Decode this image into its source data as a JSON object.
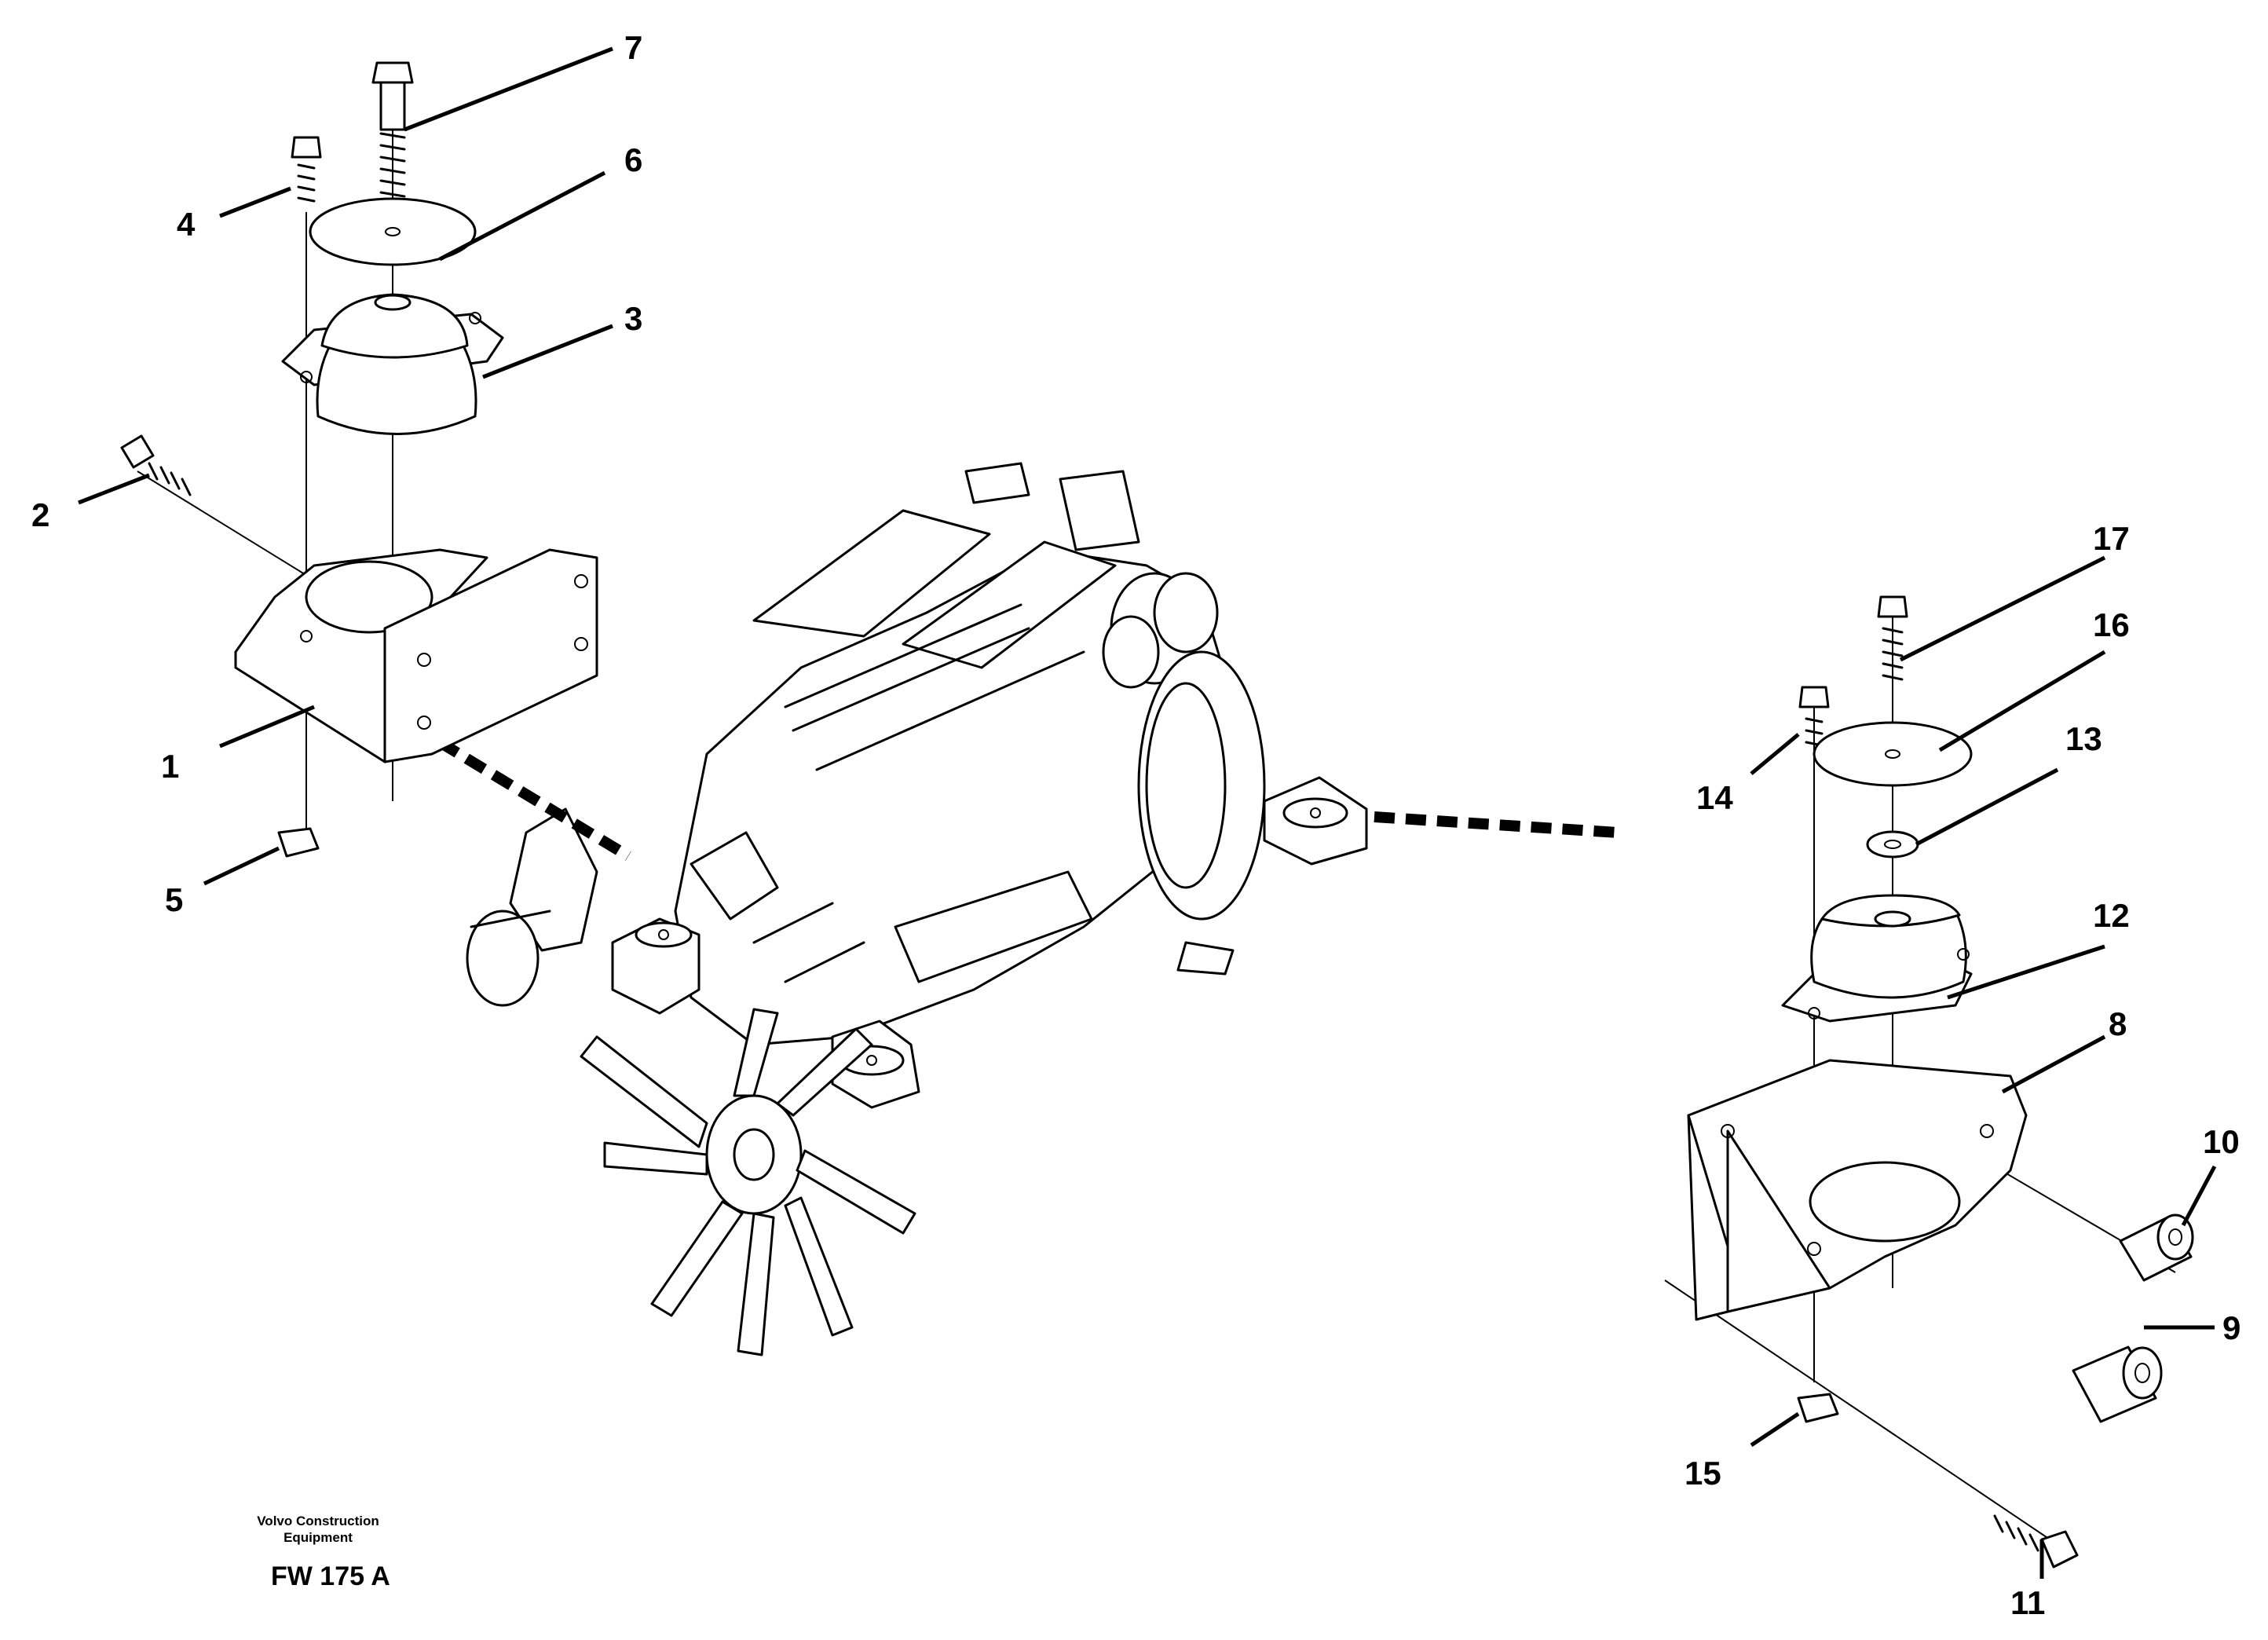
{
  "diagram": {
    "callouts": [
      "1",
      "2",
      "3",
      "4",
      "5",
      "6",
      "7",
      "8",
      "9",
      "10",
      "11",
      "12",
      "13",
      "14",
      "15",
      "16",
      "17"
    ],
    "credit_line_1": "Volvo Construction",
    "credit_line_2": "Equipment",
    "drawing_code": "FW 175 A"
  }
}
